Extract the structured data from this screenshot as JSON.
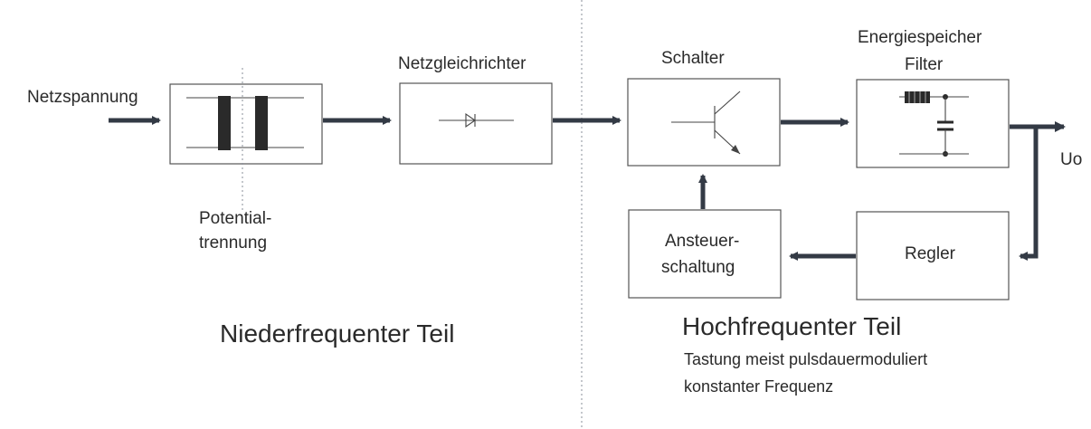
{
  "inputs": {
    "mains_voltage": "Netzspannung",
    "output_voltage": "Uo"
  },
  "blocks": {
    "isolation": {
      "line1": "Potential-",
      "line2": "trennung"
    },
    "rectifier": {
      "label": "Netzgleichrichter"
    },
    "switch": {
      "label": "Schalter"
    },
    "filter": {
      "line1": "Energiespeicher",
      "line2": "Filter"
    },
    "controller": {
      "label": "Regler"
    },
    "driver": {
      "line1": "Ansteuer-",
      "line2": "schaltung"
    }
  },
  "sections": {
    "low_frequency": {
      "title": "Niederfrequenter Teil"
    },
    "high_frequency": {
      "title": "Hochfrequenter Teil",
      "note1": "Tastung meist pulsdauermoduliert",
      "note2": "konstanter Frequenz"
    }
  },
  "colors": {
    "line": "#333a45",
    "box_border": "#555555",
    "text": "#2a2a2a"
  }
}
